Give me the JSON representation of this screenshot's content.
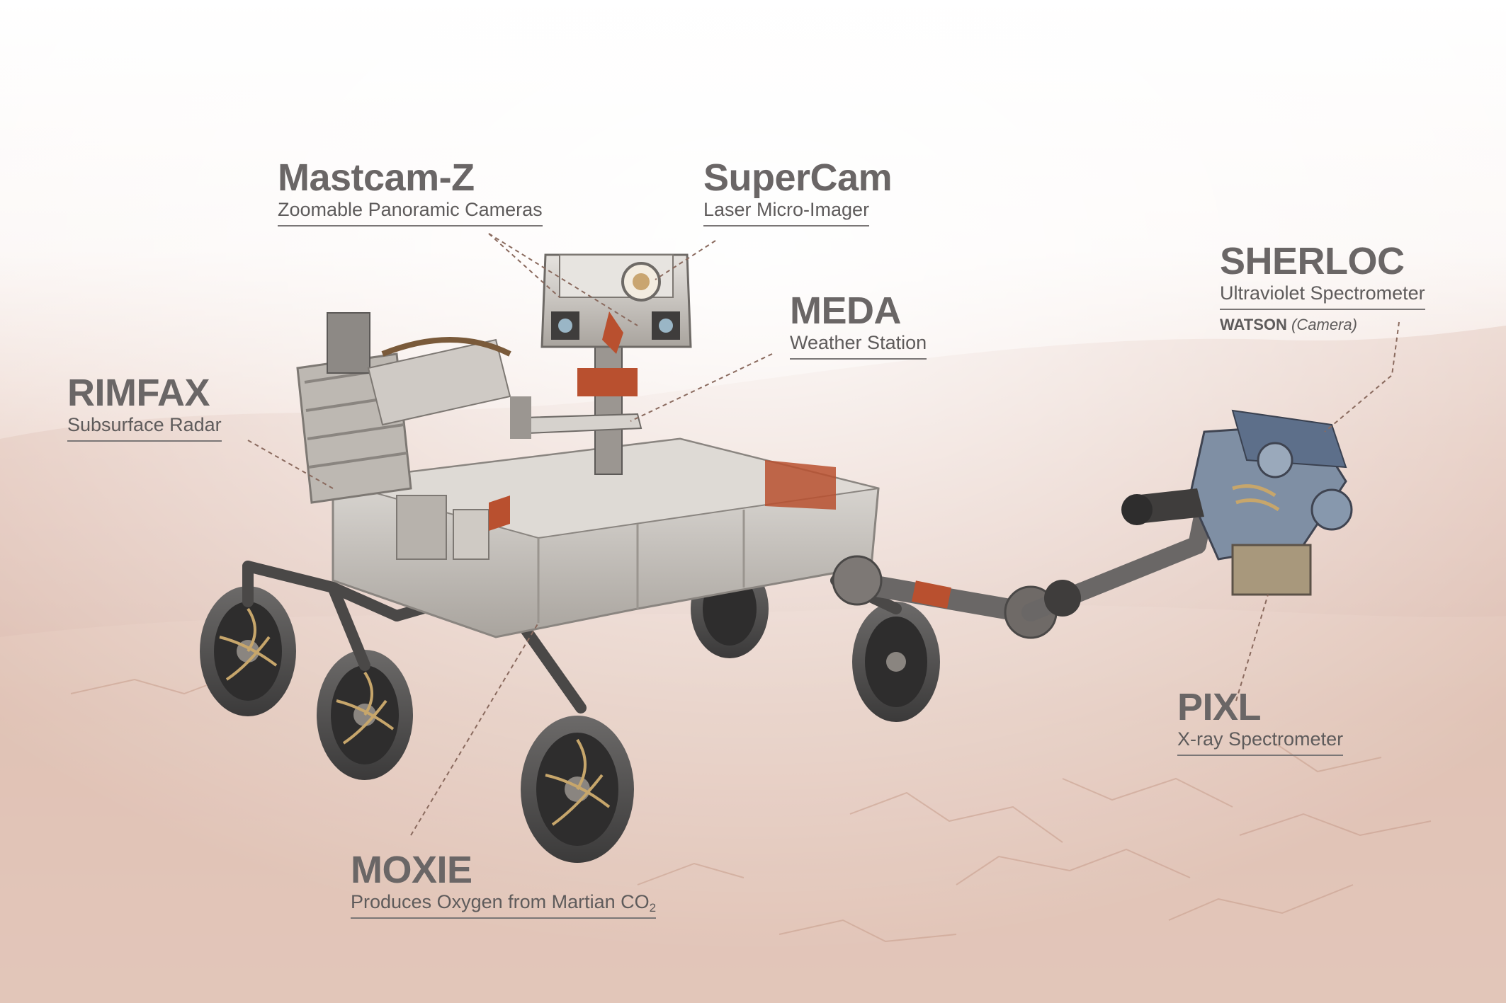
{
  "colors": {
    "label": "#6a6666",
    "leader": "#8a6a5e",
    "terrain": "#d9b8aa",
    "rover_body": "#c9c5c0",
    "accent": "#b8502f"
  },
  "instruments": {
    "mastcam": {
      "name": "Mastcam-Z",
      "desc": "Zoomable Panoramic Cameras"
    },
    "supercam": {
      "name": "SuperCam",
      "desc": "Laser Micro-Imager"
    },
    "meda": {
      "name": "MEDA",
      "desc": "Weather Station"
    },
    "rimfax": {
      "name": "RIMFAX",
      "desc": "Subsurface Radar"
    },
    "sherloc": {
      "name": "SHERLOC",
      "desc": "Ultraviolet Spectrometer",
      "sub_strong": "WATSON",
      "sub_em": "(Camera)"
    },
    "pixl": {
      "name": "PIXL",
      "desc": "X-ray Spectrometer"
    },
    "moxie": {
      "name": "MOXIE",
      "desc": "Produces Oxygen from Martian CO",
      "desc_sub": "2"
    }
  }
}
